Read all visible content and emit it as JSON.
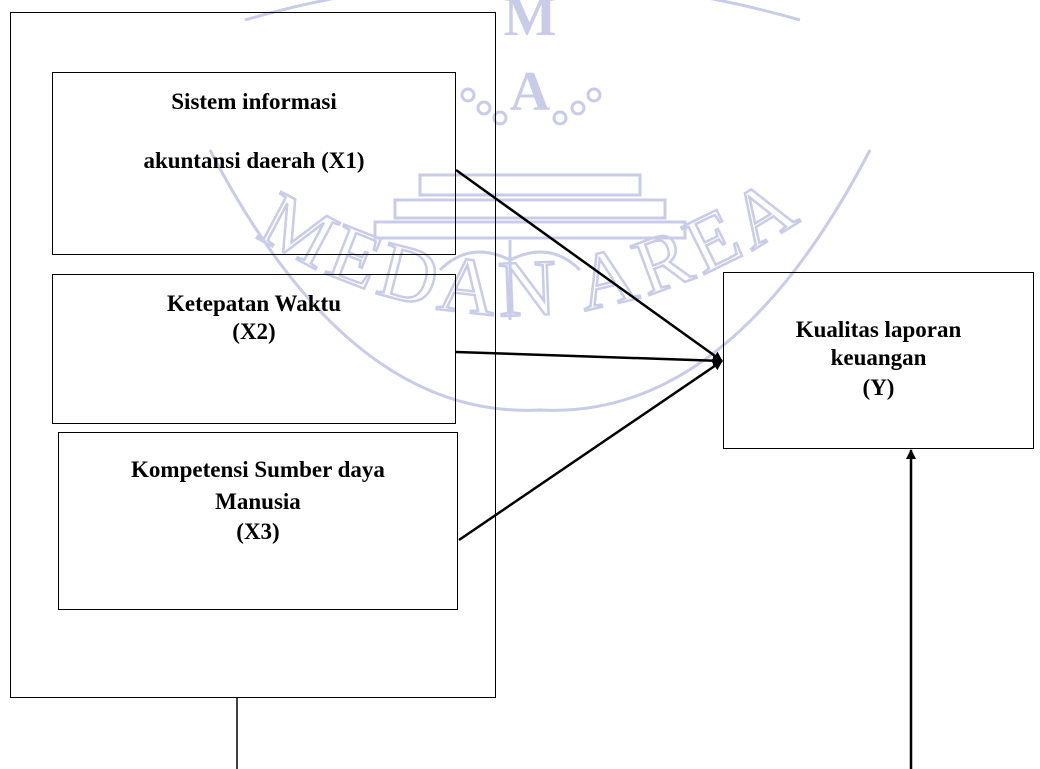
{
  "diagram": {
    "independent_variables": [
      {
        "id": "x1",
        "lines": [
          "Sistem informasi",
          "akuntansi daerah  (X1)"
        ]
      },
      {
        "id": "x2",
        "lines": [
          "Ketepatan Waktu",
          "(X2)"
        ]
      },
      {
        "id": "x3",
        "lines": [
          "Kompetensi Sumber daya",
          "Manusia",
          "(X3)"
        ]
      }
    ],
    "dependent_variable": {
      "id": "y",
      "lines": [
        "Kualitas laporan",
        "keuangan",
        "(Y)"
      ]
    },
    "watermark": {
      "top_letters": [
        "M",
        "A"
      ],
      "arc_text": "MEDAN AREA",
      "color": "#c9cce8"
    },
    "line_color": "#000000"
  }
}
